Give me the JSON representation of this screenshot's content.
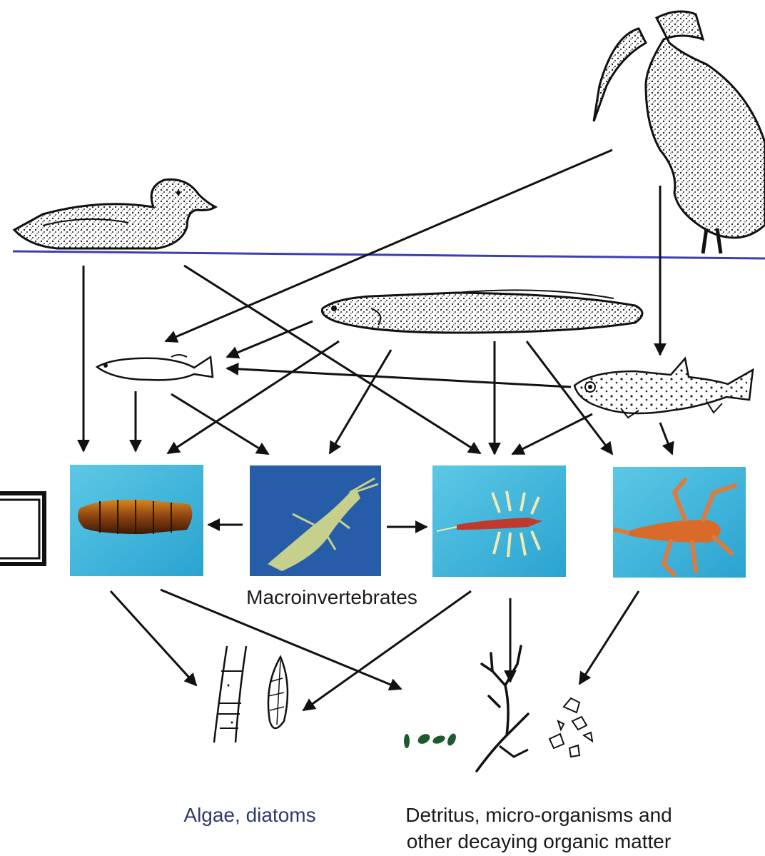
{
  "labels": {
    "macroinvertebrates": "Macroinvertebrates",
    "algae": "Algae, diatoms",
    "detritus_line1": "Detritus, micro-organisms and",
    "detritus_line2": "other decaying organic matter"
  },
  "organisms": {
    "top_predators": [
      "duck",
      "heron"
    ],
    "fish": [
      "small-fish",
      "eel",
      "trout"
    ],
    "macroinvertebrates": [
      "caddisfly-larva",
      "stonefly-nymph",
      "mayfly-nymph",
      "stonefly-larva"
    ],
    "food_sources": [
      "algae-diatoms",
      "detritus"
    ]
  },
  "colors": {
    "water_line": "#3a3fb5",
    "photo_water": "#3fb8dc",
    "algae_text": "#2e3a6e",
    "text": "#1a1a1a",
    "arrow": "#111111",
    "green_particles": "#1f5a2e"
  }
}
